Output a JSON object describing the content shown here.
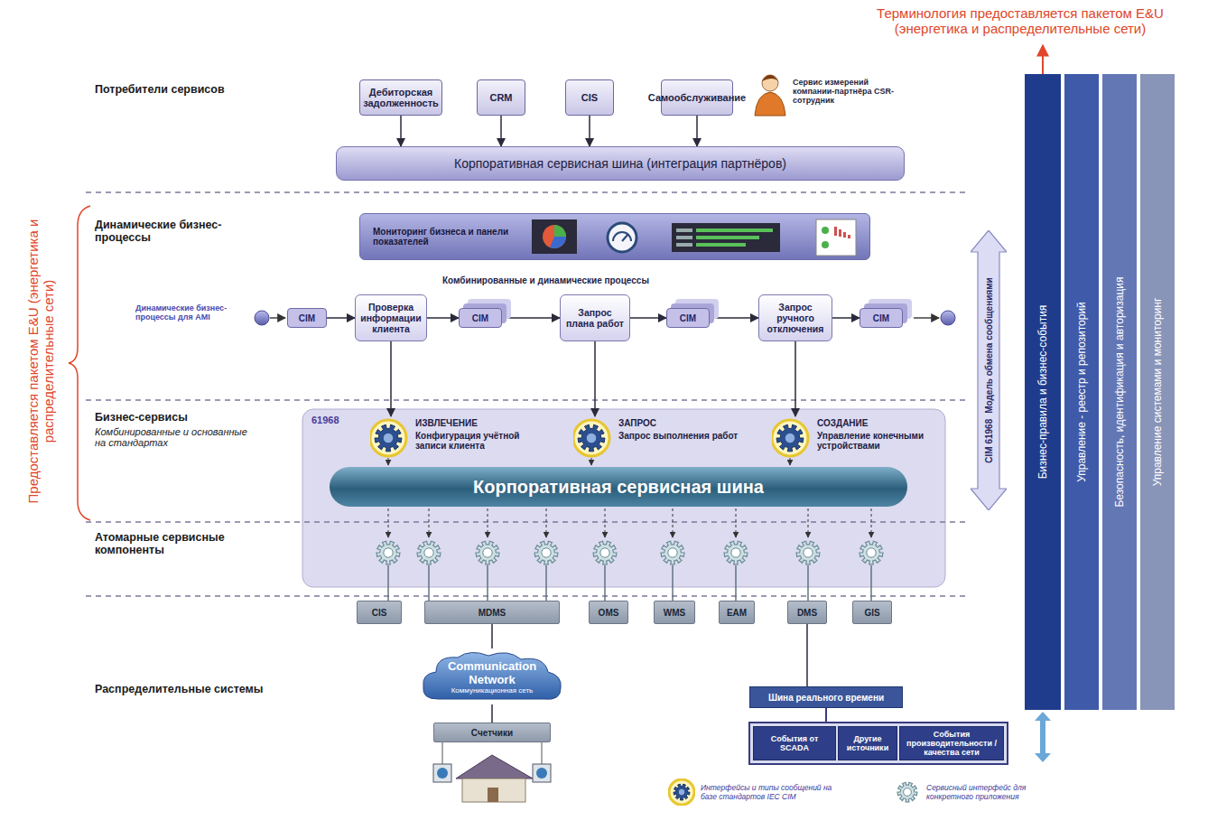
{
  "diagram": {
    "nodes": [
      {
        "text": [
          "Дебиторская задолженность"
        ]
      },
      {
        "text": [
          "CRM"
        ]
      },
      {
        "text": [
          "CIS"
        ]
      },
      {
        "text": [
          "Самообслуживание"
        ]
      },
      {
        "text": [
          "Корпоративная сервисная шина (интеграция партнёров)"
        ]
      },
      {
        "text": [
          "Мониторинг бизнеса и панели показателей"
        ]
      },
      {
        "text": [
          "CIM"
        ]
      },
      {
        "text": [
          "Проверка информации клиента"
        ]
      },
      {
        "text": [
          "CIM"
        ]
      },
      {
        "text": [
          "Запрос плана работ"
        ]
      },
      {
        "text": [
          "CIM"
        ]
      },
      {
        "text": [
          "Запрос ручного отключения"
        ]
      },
      {
        "text": [
          "CIM"
        ]
      },
      {
        "text": [
          "61968"
        ]
      },
      {
        "text": [
          "ИЗВЛЕЧЕНИЕ",
          "Конфигурация учётной записи клиента"
        ],
        "in": 13
      },
      {
        "text": [
          "ЗАПРОС",
          "Запрос выполнения работ"
        ],
        "in": 13
      },
      {
        "text": [
          "СОЗДАНИЕ",
          "Управление конечными устройствами"
        ],
        "in": 13
      },
      {
        "text": [
          "Корпоративная сервисная шина"
        ],
        "in": 13
      },
      {
        "text": [
          "CIS"
        ]
      },
      {
        "text": [
          "MDMS"
        ]
      },
      {
        "text": [
          "OMS"
        ]
      },
      {
        "text": [
          "WMS"
        ]
      },
      {
        "text": [
          "EAM"
        ]
      },
      {
        "text": [
          "DMS"
        ]
      },
      {
        "text": [
          "GIS"
        ]
      },
      {
        "text": [
          "Communication Network",
          "Коммуникационная сеть"
        ]
      },
      {
        "text": [
          "Счетчики"
        ]
      },
      {
        "text": [
          "Шина реального времени"
        ]
      },
      {
        "text": [
          "События от SCADA"
        ]
      },
      {
        "text": [
          "Другие источники"
        ]
      },
      {
        "text": [
          "События производительности / качества сети"
        ]
      },
      {
        "text": [
          "Бизнес-правила и бизнес-события"
        ]
      },
      {
        "text": [
          "Управление - реестр и репозиторий"
        ]
      },
      {
        "text": [
          "Безопасность, идентификация и авторизация"
        ]
      },
      {
        "text": [
          "Управление системами и мониторинг"
        ]
      },
      {
        "text": [
          "CIM 61968",
          "Модель обмена сообщениями"
        ]
      }
    ],
    "edges": [
      {
        "from": 0,
        "to": 4,
        "arrow": "to"
      },
      {
        "from": 1,
        "to": 4,
        "arrow": "to"
      },
      {
        "from": 2,
        "to": 4,
        "arrow": "to"
      },
      {
        "from": 3,
        "to": 4,
        "arrow": "to"
      },
      {
        "from": 6,
        "to": 7,
        "arrow": "to"
      },
      {
        "from": 7,
        "to": 8,
        "arrow": "to"
      },
      {
        "from": 8,
        "to": 9,
        "arrow": "to"
      },
      {
        "from": 9,
        "to": 10,
        "arrow": "to"
      },
      {
        "from": 10,
        "to": 11,
        "arrow": "to"
      },
      {
        "from": 11,
        "to": 12,
        "arrow": "to"
      },
      {
        "from": 7,
        "to": 14,
        "arrow": "to"
      },
      {
        "from": 9,
        "to": 15,
        "arrow": "to"
      },
      {
        "from": 11,
        "to": 16,
        "arrow": "to"
      },
      {
        "from": 19,
        "to": 25,
        "arrow": "none"
      },
      {
        "from": 25,
        "to": 26,
        "arrow": "none"
      },
      {
        "from": 23,
        "to": 27,
        "arrow": "none"
      }
    ],
    "labels": [
      "Терминология предоставляется пакетом E&U (энергетика и распределительные сети)",
      "Предоставляется пакетом E&U (энергетика и распределительные сети)",
      "Потребители сервисов",
      "Сервис измерений компании-партнёра CSR-сотрудник",
      "Динамические бизнес-процессы",
      "Комбинированные и динамические процессы",
      "Динамические бизнес-процессы для AMI",
      "Бизнес-сервисы",
      "Комбинированные и основанные на стандартах",
      "Атомарные сервисные компоненты",
      "Распределительные системы"
    ],
    "legend": [
      {
        "text": "Интерфейсы и типы сообщений на базе стандартов IEC CIM"
      },
      {
        "text": "Сервисный интерфейс для конкретного приложения"
      }
    ]
  }
}
